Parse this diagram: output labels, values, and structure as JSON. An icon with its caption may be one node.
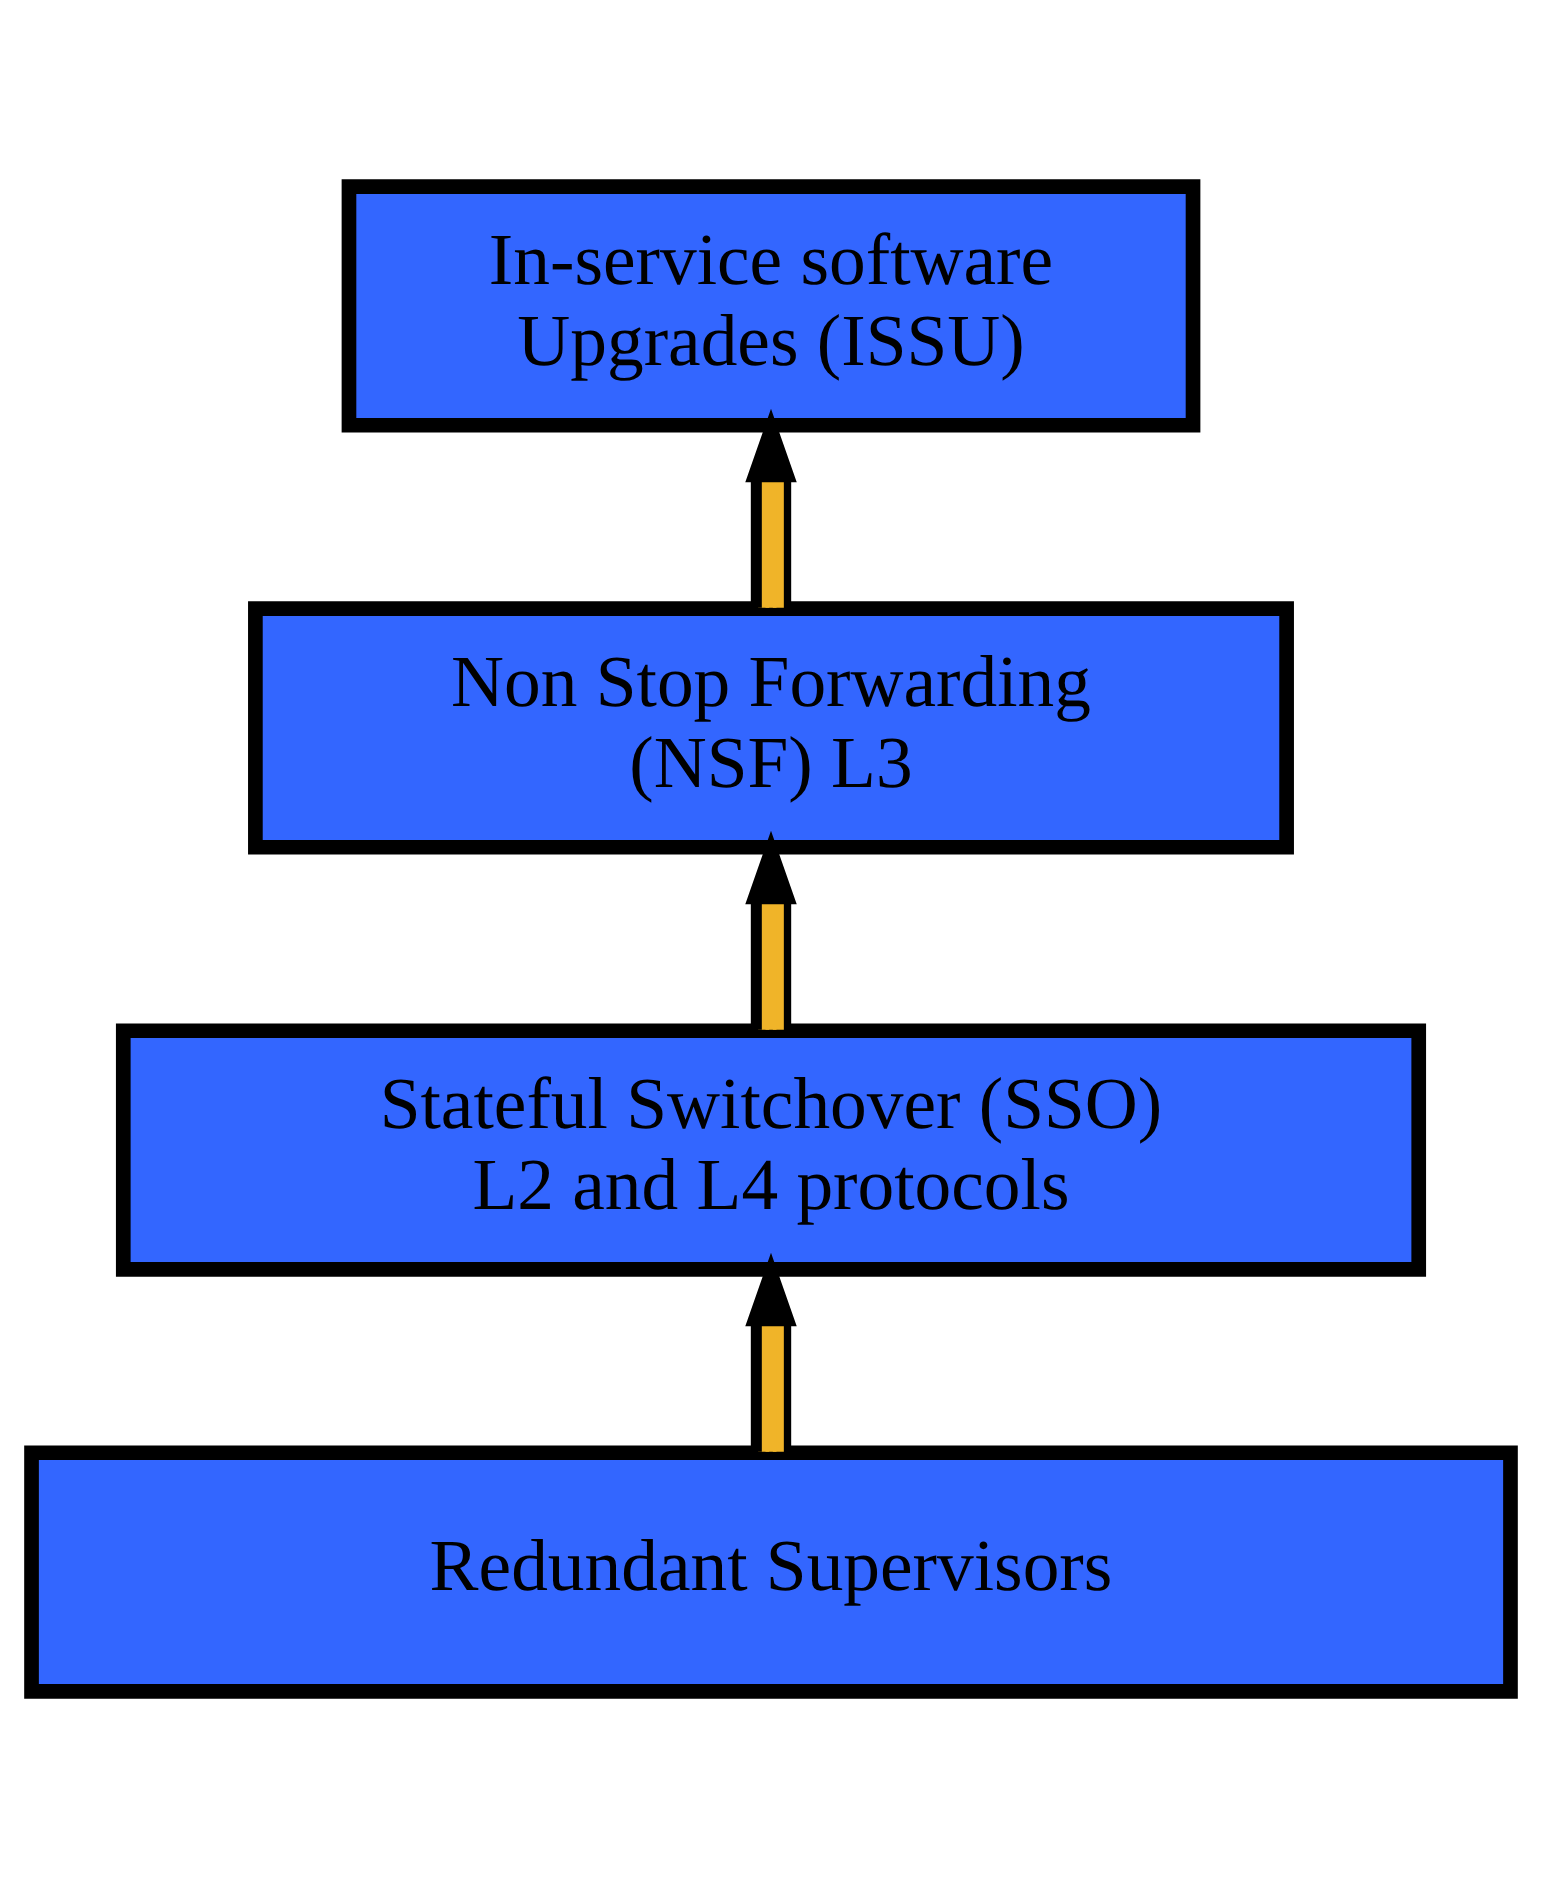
{
  "diagram": {
    "nodes": [
      {
        "text": [
          "In-service software Upgrades (ISSU)"
        ]
      },
      {
        "text": [
          "Non Stop Forwarding (NSF) L3"
        ]
      },
      {
        "text": [
          "Stateful Switchover (SSO) L2 and L4 protocols"
        ]
      },
      {
        "text": [
          "Redundant Supervisors"
        ]
      }
    ],
    "edges": [
      {
        "from": 3,
        "to": 2,
        "arrow": "to"
      },
      {
        "from": 2,
        "to": 1,
        "arrow": "to"
      },
      {
        "from": 1,
        "to": 0,
        "arrow": "to"
      }
    ]
  }
}
